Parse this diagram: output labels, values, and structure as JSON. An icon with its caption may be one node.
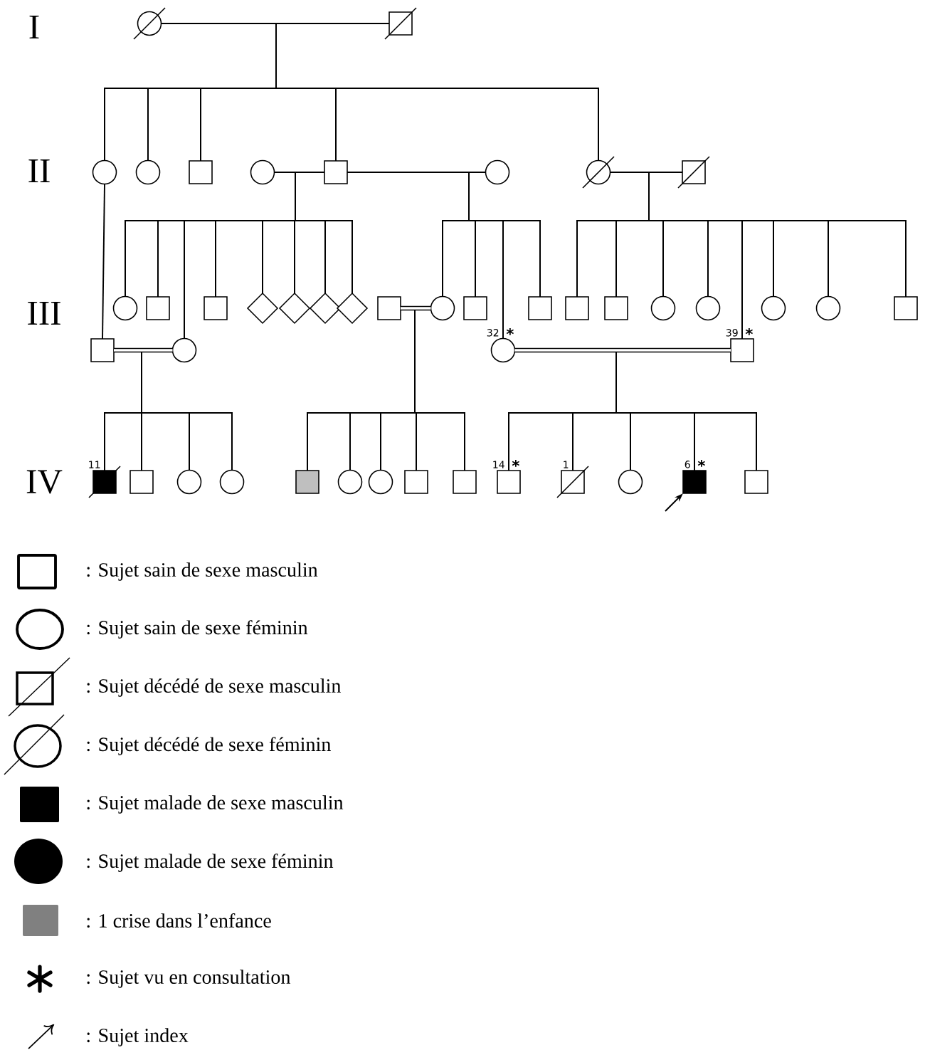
{
  "diagram": {
    "nodes": [
      {
        "text": [],
        "shape": "circle"
      },
      {
        "text": [],
        "shape": "box"
      },
      {
        "text": [],
        "shape": "circle"
      },
      {
        "text": [],
        "shape": "circle"
      },
      {
        "text": [],
        "shape": "box"
      },
      {
        "text": [],
        "shape": "circle"
      },
      {
        "text": [],
        "shape": "box"
      },
      {
        "text": [],
        "shape": "circle"
      },
      {
        "text": [],
        "shape": "circle"
      },
      {
        "text": [],
        "shape": "box"
      },
      {
        "text": [],
        "shape": "circle"
      },
      {
        "text": [],
        "shape": "box"
      },
      {
        "text": [],
        "shape": "box"
      },
      {
        "text": [],
        "shape": "diamond"
      },
      {
        "text": [],
        "shape": "diamond"
      },
      {
        "text": [],
        "shape": "diamond"
      },
      {
        "text": [],
        "shape": "diamond"
      },
      {
        "text": [],
        "shape": "box"
      },
      {
        "text": [],
        "shape": "circle"
      },
      {
        "text": [],
        "shape": "box"
      },
      {
        "text": [],
        "shape": "box"
      },
      {
        "text": [],
        "shape": "box"
      },
      {
        "text": [],
        "shape": "box"
      },
      {
        "text": [],
        "shape": "circle"
      },
      {
        "text": [],
        "shape": "circle"
      },
      {
        "text": [],
        "shape": "circle"
      },
      {
        "text": [],
        "shape": "circle"
      },
      {
        "text": [],
        "shape": "box"
      },
      {
        "text": [],
        "shape": "box"
      },
      {
        "text": [],
        "shape": "circle"
      },
      {
        "text": [],
        "shape": "circle",
        "beside": [
          "32",
          "*"
        ]
      },
      {
        "text": [],
        "shape": "box",
        "beside": [
          "39",
          "*"
        ]
      },
      {
        "text": [],
        "shape": "box",
        "beside": [
          "11"
        ]
      },
      {
        "text": [],
        "shape": "box"
      },
      {
        "text": [],
        "shape": "circle"
      },
      {
        "text": [],
        "shape": "circle"
      },
      {
        "text": [],
        "shape": "box"
      },
      {
        "text": [],
        "shape": "circle"
      },
      {
        "text": [],
        "shape": "circle"
      },
      {
        "text": [],
        "shape": "box"
      },
      {
        "text": [],
        "shape": "box"
      },
      {
        "text": [],
        "shape": "box",
        "beside": [
          "14",
          "*"
        ]
      },
      {
        "text": [],
        "shape": "box",
        "beside": [
          "1"
        ]
      },
      {
        "text": [],
        "shape": "circle"
      },
      {
        "text": [],
        "shape": "box",
        "beside": [
          "6",
          "*"
        ]
      },
      {
        "text": [],
        "shape": "box"
      }
    ],
    "edges": [
      {
        "from": 0,
        "to": 1,
        "arrow": "none"
      },
      {
        "from": 5,
        "to": 6,
        "arrow": "none"
      },
      {
        "from": 6,
        "to": 7,
        "arrow": "none"
      },
      {
        "from": 8,
        "to": 9,
        "arrow": "none"
      },
      {
        "from": 17,
        "to": 18,
        "arrow": "none",
        "style": "thick"
      },
      {
        "from": 28,
        "to": 29,
        "arrow": "none",
        "style": "thick"
      },
      {
        "from": 30,
        "to": 31,
        "arrow": "none",
        "style": "thick"
      },
      {
        "from": 0,
        "to": 2,
        "arrow": "none"
      },
      {
        "from": 1,
        "to": 2,
        "arrow": "none"
      },
      {
        "from": 0,
        "to": 3,
        "arrow": "none"
      },
      {
        "from": 1,
        "to": 3,
        "arrow": "none"
      },
      {
        "from": 0,
        "to": 4,
        "arrow": "none"
      },
      {
        "from": 1,
        "to": 4,
        "arrow": "none"
      },
      {
        "from": 0,
        "to": 6,
        "arrow": "none"
      },
      {
        "from": 1,
        "to": 6,
        "arrow": "none"
      },
      {
        "from": 0,
        "to": 8,
        "arrow": "none"
      },
      {
        "from": 1,
        "to": 8,
        "arrow": "none"
      },
      {
        "from": 5,
        "to": 10,
        "arrow": "none"
      },
      {
        "from": 6,
        "to": 10,
        "arrow": "none"
      },
      {
        "from": 5,
        "to": 11,
        "arrow": "none"
      },
      {
        "from": 6,
        "to": 11,
        "arrow": "none"
      },
      {
        "from": 5,
        "to": 29,
        "arrow": "none"
      },
      {
        "from": 6,
        "to": 29,
        "arrow": "none"
      },
      {
        "from": 5,
        "to": 12,
        "arrow": "none"
      },
      {
        "from": 6,
        "to": 12,
        "arrow": "none"
      },
      {
        "from": 5,
        "to": 13,
        "arrow": "none"
      },
      {
        "from": 6,
        "to": 13,
        "arrow": "none"
      },
      {
        "from": 5,
        "to": 14,
        "arrow": "none"
      },
      {
        "from": 6,
        "to": 14,
        "arrow": "none"
      },
      {
        "from": 5,
        "to": 15,
        "arrow": "none"
      },
      {
        "from": 6,
        "to": 15,
        "arrow": "none"
      },
      {
        "from": 5,
        "to": 16,
        "arrow": "none"
      },
      {
        "from": 6,
        "to": 16,
        "arrow": "none"
      },
      {
        "from": 6,
        "to": 18,
        "arrow": "none"
      },
      {
        "from": 7,
        "to": 18,
        "arrow": "none"
      },
      {
        "from": 6,
        "to": 19,
        "arrow": "none"
      },
      {
        "from": 7,
        "to": 19,
        "arrow": "none"
      },
      {
        "from": 6,
        "to": 30,
        "arrow": "none"
      },
      {
        "from": 7,
        "to": 30,
        "arrow": "none"
      },
      {
        "from": 6,
        "to": 20,
        "arrow": "none"
      },
      {
        "from": 7,
        "to": 20,
        "arrow": "none"
      },
      {
        "from": 8,
        "to": 21,
        "arrow": "none"
      },
      {
        "from": 9,
        "to": 21,
        "arrow": "none"
      },
      {
        "from": 8,
        "to": 22,
        "arrow": "none"
      },
      {
        "from": 9,
        "to": 22,
        "arrow": "none"
      },
      {
        "from": 8,
        "to": 23,
        "arrow": "none"
      },
      {
        "from": 9,
        "to": 23,
        "arrow": "none"
      },
      {
        "from": 8,
        "to": 24,
        "arrow": "none"
      },
      {
        "from": 9,
        "to": 24,
        "arrow": "none"
      },
      {
        "from": 8,
        "to": 31,
        "arrow": "none"
      },
      {
        "from": 9,
        "to": 31,
        "arrow": "none"
      },
      {
        "from": 8,
        "to": 25,
        "arrow": "none"
      },
      {
        "from": 9,
        "to": 25,
        "arrow": "none"
      },
      {
        "from": 8,
        "to": 26,
        "arrow": "none"
      },
      {
        "from": 9,
        "to": 26,
        "arrow": "none"
      },
      {
        "from": 8,
        "to": 27,
        "arrow": "none"
      },
      {
        "from": 9,
        "to": 27,
        "arrow": "none"
      },
      {
        "from": 2,
        "to": 28,
        "arrow": "none"
      },
      {
        "from": 28,
        "to": 32,
        "arrow": "none"
      },
      {
        "from": 29,
        "to": 32,
        "arrow": "none"
      },
      {
        "from": 28,
        "to": 33,
        "arrow": "none"
      },
      {
        "from": 29,
        "to": 33,
        "arrow": "none"
      },
      {
        "from": 28,
        "to": 34,
        "arrow": "none"
      },
      {
        "from": 29,
        "to": 34,
        "arrow": "none"
      },
      {
        "from": 28,
        "to": 35,
        "arrow": "none"
      },
      {
        "from": 29,
        "to": 35,
        "arrow": "none"
      },
      {
        "from": 17,
        "to": 36,
        "arrow": "none"
      },
      {
        "from": 18,
        "to": 36,
        "arrow": "none"
      },
      {
        "from": 17,
        "to": 37,
        "arrow": "none"
      },
      {
        "from": 18,
        "to": 37,
        "arrow": "none"
      },
      {
        "from": 17,
        "to": 38,
        "arrow": "none"
      },
      {
        "from": 18,
        "to": 38,
        "arrow": "none"
      },
      {
        "from": 17,
        "to": 39,
        "arrow": "none"
      },
      {
        "from": 18,
        "to": 39,
        "arrow": "none"
      },
      {
        "from": 17,
        "to": 40,
        "arrow": "none"
      },
      {
        "from": 18,
        "to": 40,
        "arrow": "none"
      },
      {
        "from": 30,
        "to": 41,
        "arrow": "none"
      },
      {
        "from": 31,
        "to": 41,
        "arrow": "none"
      },
      {
        "from": 30,
        "to": 42,
        "arrow": "none"
      },
      {
        "from": 31,
        "to": 42,
        "arrow": "none"
      },
      {
        "from": 30,
        "to": 43,
        "arrow": "none"
      },
      {
        "from": 31,
        "to": 43,
        "arrow": "none"
      },
      {
        "from": 30,
        "to": 44,
        "arrow": "none"
      },
      {
        "from": 31,
        "to": 44,
        "arrow": "none"
      },
      {
        "from": 30,
        "to": 45,
        "arrow": "none"
      },
      {
        "from": 31,
        "to": 45,
        "arrow": "none"
      },
      {
        "from": null,
        "to": 44,
        "arrow": "to"
      }
    ],
    "labels": [
      "I",
      "II",
      "III",
      "IV"
    ],
    "legend": [
      {
        "text": ": Sujet sain de sexe masculin"
      },
      {
        "text": ": Sujet sain de sexe féminin"
      },
      {
        "text": ": Sujet décédé de sexe masculin"
      },
      {
        "text": ": Sujet décédé de sexe féminin"
      },
      {
        "text": ": Sujet malade de sexe masculin"
      },
      {
        "text": ": Sujet malade de sexe féminin"
      },
      {
        "text": ": 1 crise dans l’enfance"
      },
      {
        "text": ": Sujet vu en consultation"
      },
      {
        "text": ": Sujet index"
      }
    ]
  }
}
